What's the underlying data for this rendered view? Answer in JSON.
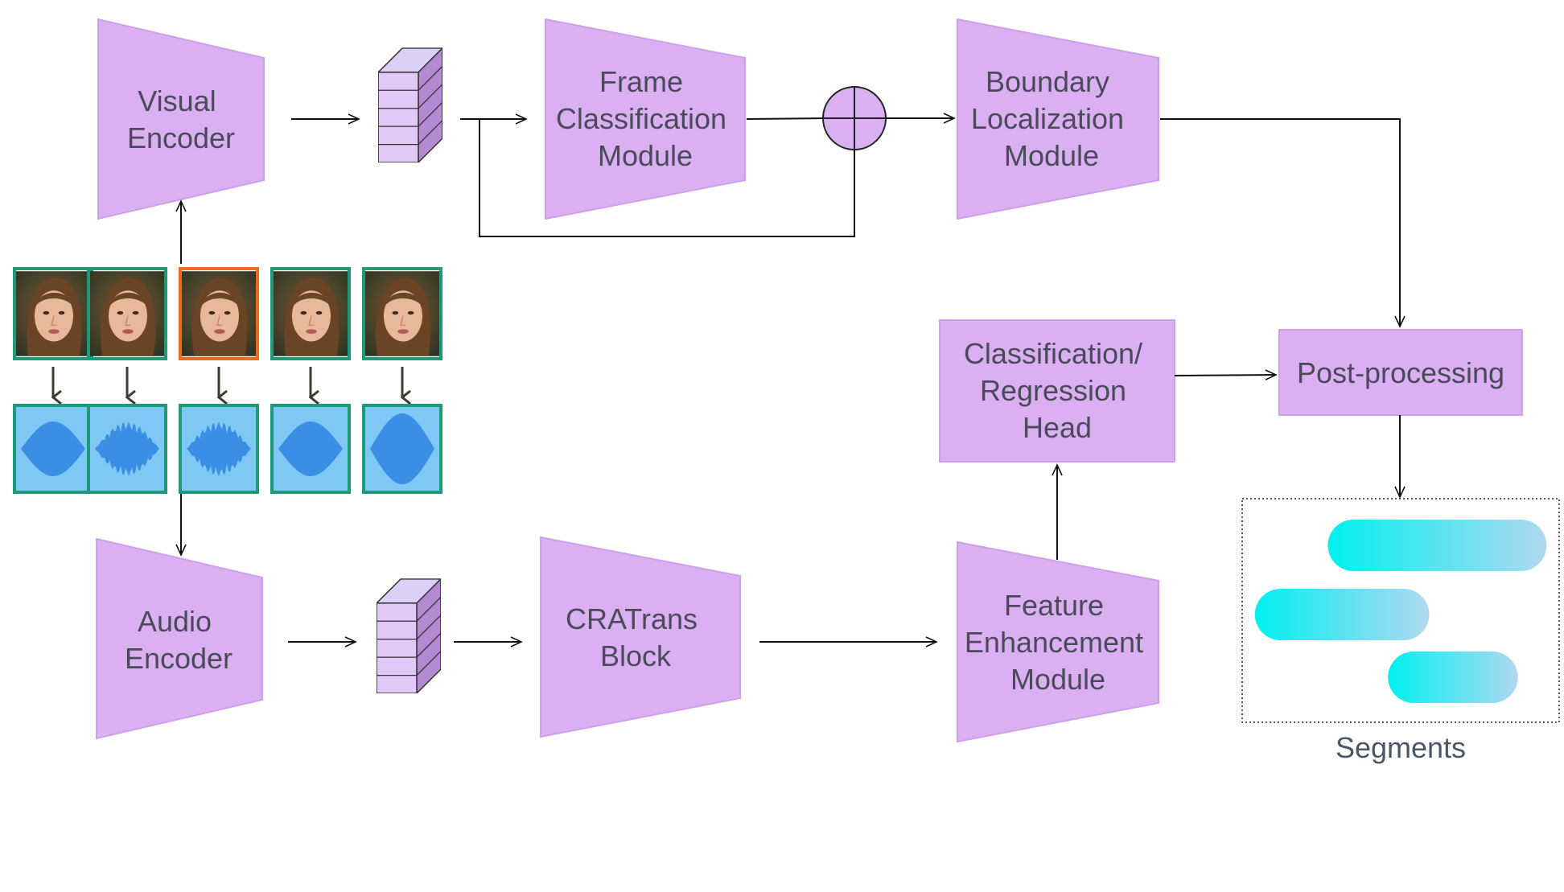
{
  "colors": {
    "module_fill": "#dab0f2",
    "module_stroke": "#cfa0e8",
    "text": "#4a4a5a",
    "arrow": "#111111",
    "frame_border_real": "#1e9a78",
    "frame_border_fake": "#ef6a1a",
    "audio_fill": "#7ec8f6",
    "audio_wave": "#3a8ee6",
    "segment_start": "#00f0f0",
    "segment_end": "#b0d8f0"
  },
  "modules": {
    "visual_encoder": [
      "Visual",
      "Encoder"
    ],
    "frame_classification": [
      "Frame",
      "Classification",
      "Module"
    ],
    "boundary_localization": [
      "Boundary",
      "Localization",
      "Module"
    ],
    "audio_encoder": [
      "Audio",
      "Encoder"
    ],
    "cratrans_block": [
      "CRATrans",
      "Block"
    ],
    "feature_enhancement": [
      "Feature",
      "Enhancement",
      "Module"
    ],
    "classification_head": [
      "Classification/",
      "Regression",
      "Head"
    ],
    "post_processing": [
      "Post-processing"
    ]
  },
  "segments_label": "Segments",
  "icons": {
    "sum": "circle-plus-icon",
    "feature_stack": "feature-stack-icon",
    "face": "face-frame-icon",
    "audio": "audio-waveform-icon"
  },
  "frames": [
    {
      "border": "real"
    },
    {
      "border": "real"
    },
    {
      "border": "fake"
    },
    {
      "border": "real"
    },
    {
      "border": "real"
    }
  ],
  "segments": [
    {
      "start": 0.27,
      "end": 0.96
    },
    {
      "start": 0.04,
      "end": 0.59
    },
    {
      "start": 0.46,
      "end": 0.87
    }
  ]
}
